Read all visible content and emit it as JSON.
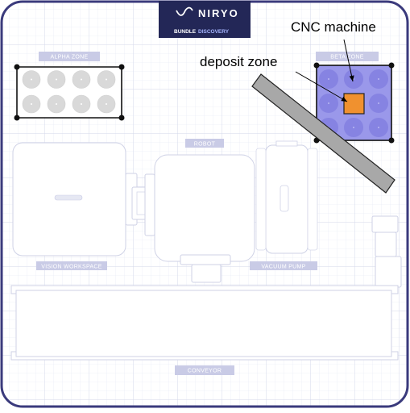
{
  "logo": {
    "brand": "NIRYO",
    "line1": "BUNDLE",
    "line2": "DISCOVERY"
  },
  "labels": {
    "alpha_zone": "ALPHA ZONE",
    "beta_zone": "BETA ZONE",
    "robot": "ROBOT",
    "vision_workspace": "VISION WORKSPACE",
    "vacuum_pump": "VACUUM PUMP",
    "conveyor": "CONVEYOR",
    "cnc_machine": "CNC machine",
    "deposit_zone": "deposit zone"
  },
  "colors": {
    "frame": "#3a3a7c",
    "logo_bg": "#232757",
    "label_bg": "#c9cbe6",
    "grid": "#dfe3f1",
    "beta_fill": "#9a98ea",
    "deposit": "#f0912f",
    "bar": "#a8a8a8"
  }
}
